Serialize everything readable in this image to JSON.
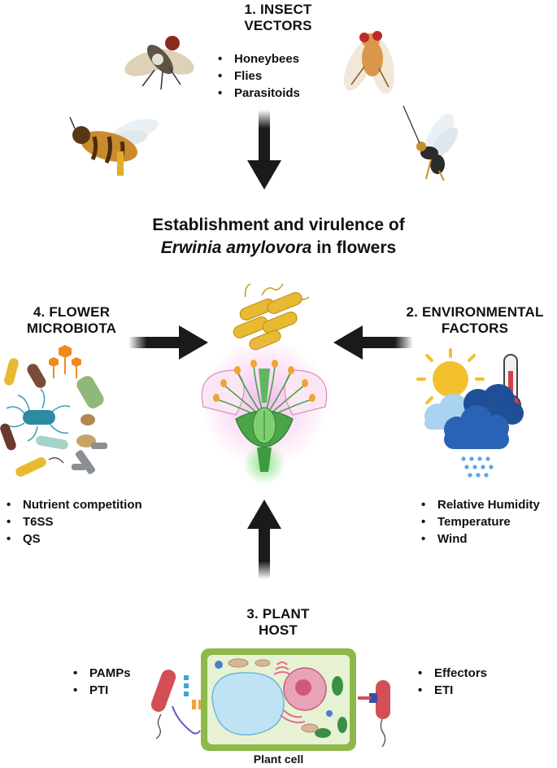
{
  "insect_vectors": {
    "heading_line1": "1. INSECT",
    "heading_line2": "VECTORS",
    "items": [
      "Honeybees",
      "Flies",
      "Parasitoids"
    ]
  },
  "title": {
    "line1": "Establishment and virulence of",
    "line2_italic": "Erwinia amylovora",
    "line2_rest": " in flowers"
  },
  "flower_microbiota": {
    "heading_line1": "4. FLOWER",
    "heading_line2": "MICROBIOTA",
    "items": [
      "Nutrient competition",
      "T6SS",
      "QS"
    ]
  },
  "environmental_factors": {
    "heading_line1": "2. ENVIRONMENTAL",
    "heading_line2": "FACTORS",
    "items": [
      "Relative Humidity",
      "Temperature",
      "Wind"
    ]
  },
  "plant_host": {
    "heading_line1": "3. PLANT",
    "heading_line2": "HOST",
    "left_items": [
      "PAMPs",
      "PTI"
    ],
    "right_items": [
      "Effectors",
      "ETI"
    ],
    "caption": "Plant cell"
  },
  "colors": {
    "arrow": "#1a1a1a",
    "cell_wall": "#8db84a",
    "cell_fill": "#e7f2d2",
    "vacuole": "#bfe3f5",
    "nucleus": "#e9a3b8",
    "bacteria_yellow": "#e8b931",
    "flower_glow_pink": "#f2a7e6",
    "flower_glow_green": "#7ee07a",
    "sun": "#f3c12e",
    "cloud_dark": "#2a63b5",
    "cloud_light": "#a9d3f0",
    "thermometer_red": "#d43f4c"
  }
}
